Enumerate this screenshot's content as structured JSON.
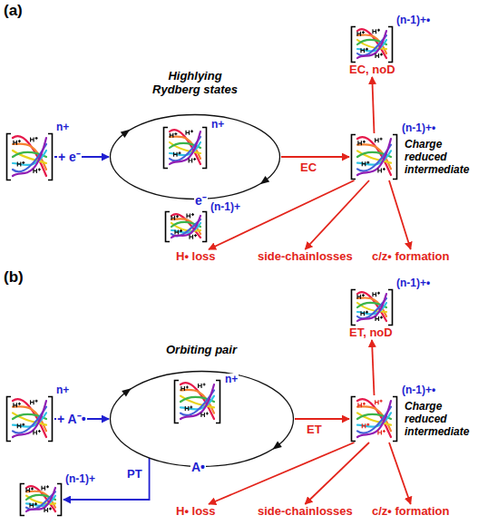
{
  "diagram": {
    "nodes": [
      {
        "text": [
          "n+"
        ]
      },
      {
        "text": [
          "Highlying Rydberg states"
        ]
      },
      {
        "text": [
          "n+"
        ],
        "in": 1
      },
      {
        "text": [
          "(n-1)+•",
          "Charge reduced intermediate"
        ]
      },
      {
        "text": [
          "(n-1)+•",
          "EC, noD"
        ]
      },
      {
        "text": [
          "(n-1)+"
        ]
      },
      {
        "text": [
          "H• loss"
        ]
      },
      {
        "text": [
          "side-chainlosses"
        ]
      },
      {
        "text": [
          "c/z• formation"
        ]
      },
      {
        "text": [
          "n+"
        ]
      },
      {
        "text": [
          "Orbiting pair"
        ]
      },
      {
        "text": [
          "n+"
        ],
        "in": 10
      },
      {
        "text": [
          "(n-1)+•",
          "Charge reduced intermediate"
        ]
      },
      {
        "text": [
          "(n-1)+•",
          "ET, noD"
        ]
      },
      {
        "text": [
          "(n-1)+"
        ]
      },
      {
        "text": [
          "H• loss"
        ]
      },
      {
        "text": [
          "side-chainlosses"
        ]
      },
      {
        "text": [
          "c/z• formation"
        ]
      }
    ],
    "edges": [
      {
        "from": 0,
        "to": 1,
        "arrow": "to"
      },
      {
        "from": 1,
        "to": 3,
        "label": "EC",
        "arrow": "to"
      },
      {
        "from": 3,
        "to": 4,
        "arrow": "to"
      },
      {
        "from": 3,
        "to": 6,
        "arrow": "to"
      },
      {
        "from": 3,
        "to": 7,
        "arrow": "to"
      },
      {
        "from": 3,
        "to": 8,
        "arrow": "to"
      },
      {
        "from": 9,
        "to": 10,
        "arrow": "to"
      },
      {
        "from": 10,
        "to": 12,
        "label": "ET",
        "arrow": "to"
      },
      {
        "from": 12,
        "to": 13,
        "arrow": "to"
      },
      {
        "from": 12,
        "to": 15,
        "arrow": "to"
      },
      {
        "from": 12,
        "to": 16,
        "arrow": "to"
      },
      {
        "from": 12,
        "to": 17,
        "arrow": "to"
      },
      {
        "from": 10,
        "to": 14,
        "label": "PT",
        "arrow": "to"
      }
    ],
    "labels": [
      "(a)",
      "+ e⁻",
      "e⁻",
      "(b)",
      "+ A⁻•",
      "A•"
    ]
  }
}
